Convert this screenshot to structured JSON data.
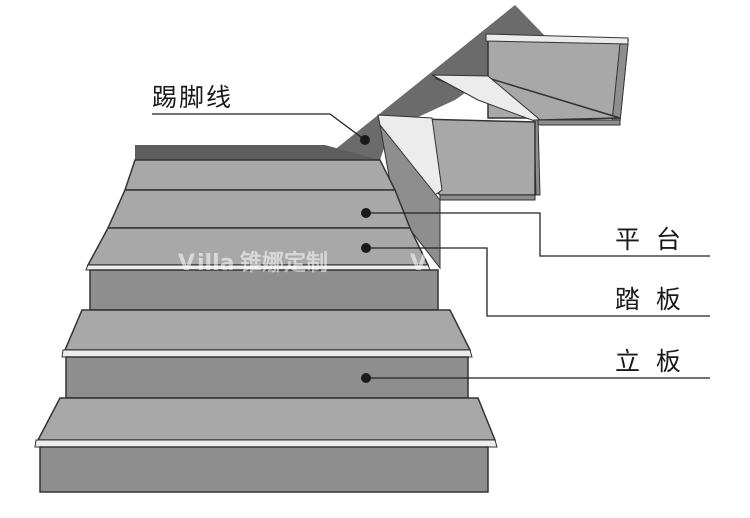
{
  "labels": {
    "skirting": "踢脚线",
    "landing": "平  台",
    "tread": "踏  板",
    "riser": "立  板"
  },
  "watermark": {
    "text": "锥娜定制"
  },
  "colors": {
    "wall": "#6b6b6b",
    "surface": "#a8a8a8",
    "riser": "#8e8e8e",
    "nosing": "#ececec",
    "outline": "#333333",
    "leader": "#222222"
  }
}
